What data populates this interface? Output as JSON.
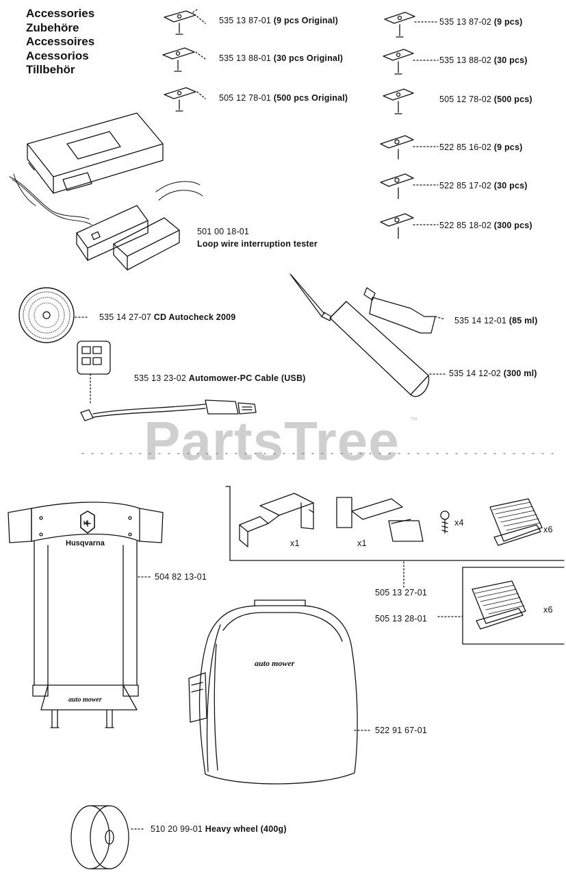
{
  "title_lines": [
    "Accessories",
    "Zubehöre",
    "Accessoires",
    "Acessorios",
    "Tillbehör"
  ],
  "parts": {
    "blade_9_original": {
      "number": "535 13 87-01",
      "desc": "(9 pcs Original)"
    },
    "blade_30_original": {
      "number": "535 13 88-01",
      "desc": "(30 pcs Original)"
    },
    "blade_500_original": {
      "number": "505 12 78-01",
      "desc": "(500 pcs Original)"
    },
    "blade_9": {
      "number": "535 13 87-02",
      "desc": "(9 pcs)"
    },
    "blade_30": {
      "number": "535 13 88-02",
      "desc": "(30 pcs)"
    },
    "blade_500": {
      "number": "505 12 78-02",
      "desc": "(500 pcs)"
    },
    "blade_alt_9": {
      "number": "522 85 16-02",
      "desc": "(9 pcs)"
    },
    "blade_alt_30": {
      "number": "522 85 17-02",
      "desc": "(30 pcs)"
    },
    "blade_alt_300": {
      "number": "522 85 18-02",
      "desc": "(300 pcs)"
    },
    "loop_tester": {
      "number": "501 00 18-01",
      "desc": "Loop wire interruption tester"
    },
    "cd_autocheck": {
      "number": "535 14 27-07",
      "desc": "CD Autocheck 2009"
    },
    "pc_cable": {
      "number": "535 13 23-02",
      "desc": "Automower-PC Cable (USB)"
    },
    "sealant_85": {
      "number": "535 14 12-01",
      "desc": "(85 ml)"
    },
    "sealant_300": {
      "number": "535 14 12-02",
      "desc": "(300 ml)"
    },
    "brush_kit": {
      "number": "505 13 27-01",
      "desc": ""
    },
    "brush_refill": {
      "number": "505 13 28-01",
      "desc": ""
    },
    "charging_plate": {
      "number": "504 82 13-01",
      "desc": ""
    },
    "carry_bag": {
      "number": "522 91 67-01",
      "desc": ""
    },
    "heavy_wheel": {
      "number": "510 20 99-01",
      "desc": "Heavy wheel (400g)"
    }
  },
  "quantities": {
    "bracket_left": "x1",
    "bracket_right": "x1",
    "screws": "x4",
    "brushes": "x6",
    "brushes_refill": "x6"
  },
  "brand": {
    "logo_text": "Husqvarna",
    "logo_mark": "H",
    "bag_print": "auto mower",
    "plate_print": "auto mower"
  },
  "watermark": {
    "text": "PartsTree",
    "tm": "™"
  },
  "colors": {
    "ink": "#111111",
    "watermark": "#c7c7c7",
    "background": "#ffffff"
  }
}
